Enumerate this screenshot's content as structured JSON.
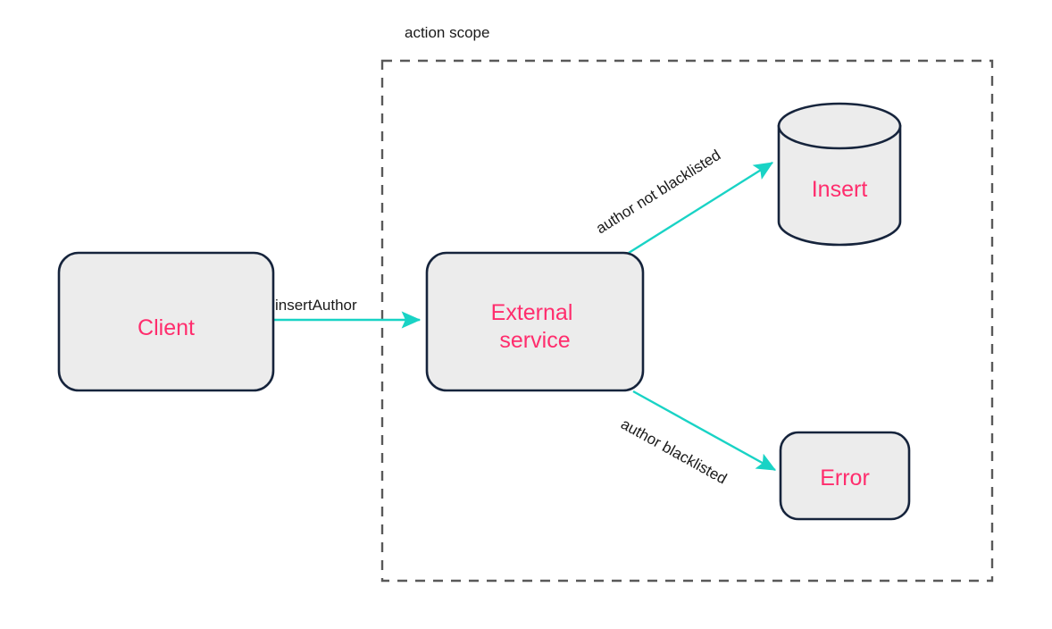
{
  "diagram": {
    "title_visible": false,
    "colors": {
      "node_fill": "#ECECEC",
      "node_stroke": "#16243C",
      "node_text": "#FF2D6D",
      "edge": "#19D3C5",
      "edge_text": "#1a1a1a",
      "scope_border": "#595959",
      "background": "#ffffff"
    },
    "scope": {
      "label": "action scope",
      "border_style": "dashed"
    },
    "nodes": [
      {
        "id": "client",
        "label": "Client",
        "shape": "rounded-rect"
      },
      {
        "id": "external-service",
        "label": "External service",
        "label_line1": "External",
        "label_line2": "service",
        "shape": "rounded-rect"
      },
      {
        "id": "insert",
        "label": "Insert",
        "shape": "cylinder"
      },
      {
        "id": "error",
        "label": "Error",
        "shape": "rounded-rect"
      }
    ],
    "edges": [
      {
        "id": "client-to-external",
        "label": "insertAuthor",
        "from": "client",
        "to": "external-service"
      },
      {
        "id": "external-to-insert",
        "label": "author not blacklisted",
        "from": "external-service",
        "to": "insert"
      },
      {
        "id": "external-to-error",
        "label": "author blacklisted",
        "from": "external-service",
        "to": "error"
      }
    ]
  }
}
